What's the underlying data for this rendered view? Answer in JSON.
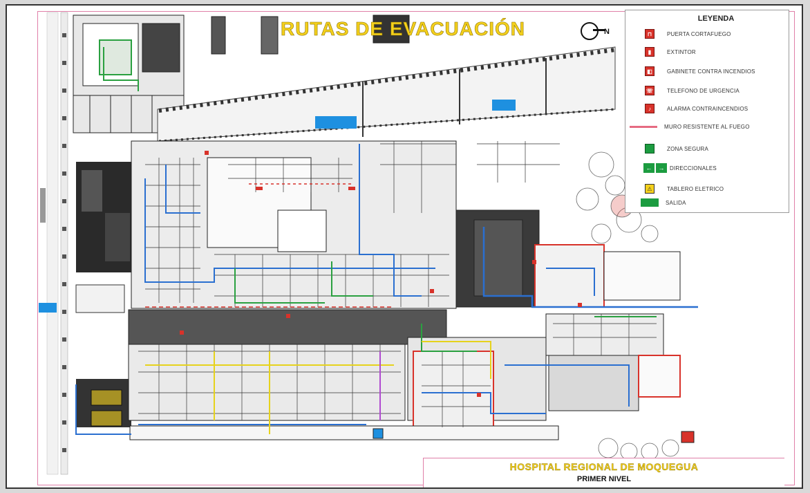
{
  "plan": {
    "title": "RUTAS DE EVACUACIÓN",
    "north_label": "N",
    "hospital_name": "HOSPITAL REGIONAL DE MOQUEGUA",
    "level": "PRIMER NIVEL"
  },
  "legend": {
    "title": "LEYENDA",
    "items": [
      {
        "label": "PUERTA CORTAFUEGO",
        "icon": "fire-door-icon",
        "color": "#d8322a"
      },
      {
        "label": "EXTINTOR",
        "icon": "extinguisher-icon",
        "color": "#d8322a"
      },
      {
        "label": "GABINETE CONTRA INCENDIOS",
        "icon": "fire-cabinet-icon",
        "color": "#d8322a"
      },
      {
        "label": "TELEFONO DE URGENCIA",
        "icon": "emergency-phone-icon",
        "color": "#d8322a"
      },
      {
        "label": "ALARMA CONTRAINCENDIOS",
        "icon": "fire-alarm-icon",
        "color": "#d8322a"
      },
      {
        "label": "MURO RESISTENTE AL FUEGO",
        "icon": "fire-wall-line",
        "color": "#e66b82"
      },
      {
        "label": "ZONA SEGURA",
        "icon": "safe-zone-icon",
        "color": "#1c9c40"
      },
      {
        "label": "DIRECCIONALES",
        "icon": "direction-arrows-icon",
        "color": "#1c9c40"
      },
      {
        "label": "TABLERO ELETRICO",
        "icon": "electric-board-icon",
        "color": "#f4d01c"
      },
      {
        "label": "SALIDA",
        "icon": "exit-sign-icon",
        "color": "#1c9c40"
      }
    ]
  },
  "colors": {
    "title": "#f4d01c",
    "route_blue": "#2a6fd0",
    "route_green": "#2aa040",
    "route_red": "#d8322a",
    "route_yellow": "#e6d21c",
    "fire_wall": "#e66b82",
    "safe_zone": "#1c9c40"
  }
}
